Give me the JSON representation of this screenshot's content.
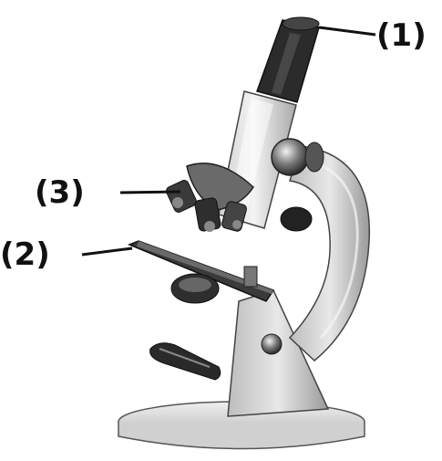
{
  "figure": {
    "subject": "microscope-illustration",
    "labels": [
      {
        "id": "1",
        "text": "(1)"
      },
      {
        "id": "2",
        "text": "(2)"
      },
      {
        "id": "3",
        "text": "(3)"
      }
    ]
  },
  "colors": {
    "ink": "#111111",
    "arm_fill": "#d4d4d4",
    "tube_fill": "#e6e6e6",
    "eyepiece_fill": "#2b2b2b",
    "stage_fill": "#3a3a3a",
    "base_fill": "#dedede"
  }
}
